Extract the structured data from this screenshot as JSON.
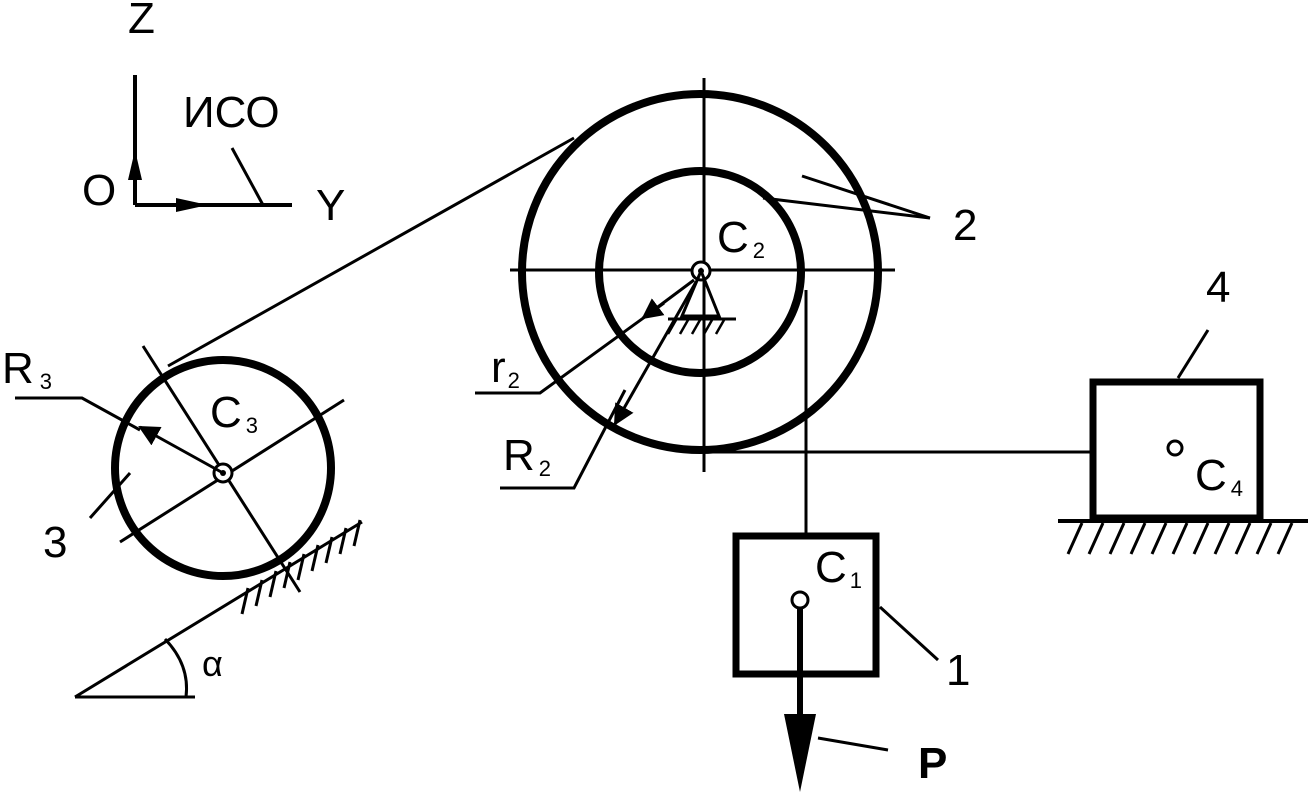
{
  "frame": {
    "axis_z": "Z",
    "axis_y": "Y",
    "origin": "O",
    "name": "ИСО"
  },
  "bodies": {
    "body1": {
      "number": "1",
      "center": "C",
      "center_index": "1"
    },
    "body2": {
      "number": "2",
      "center": "C",
      "center_index": "2",
      "inner_radius": "r",
      "inner_radius_index": "2",
      "outer_radius": "R",
      "outer_radius_index": "2"
    },
    "body3": {
      "number": "3",
      "center": "C",
      "center_index": "3",
      "radius": "R",
      "radius_index": "3"
    },
    "body4": {
      "number": "4",
      "center": "C",
      "center_index": "4"
    }
  },
  "force": {
    "label": "P"
  },
  "angle": {
    "label": "α"
  },
  "colors": {
    "stroke": "#000000",
    "background": "#ffffff"
  }
}
